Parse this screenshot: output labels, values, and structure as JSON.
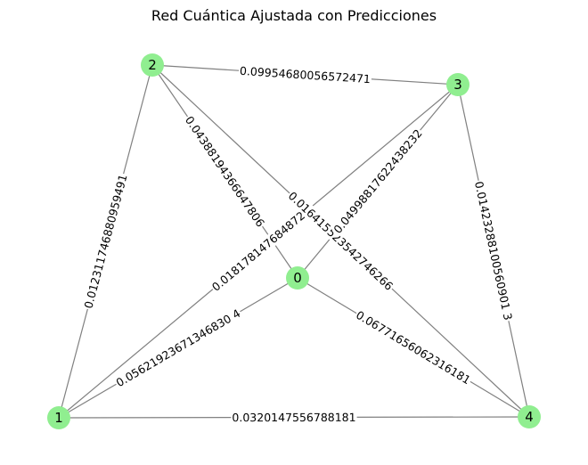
{
  "title": "Red Cuántica Ajustada con Predicciones",
  "graph": {
    "nodes": [
      {
        "id": "0",
        "label": "0"
      },
      {
        "id": "1",
        "label": "1"
      },
      {
        "id": "2",
        "label": "2"
      },
      {
        "id": "3",
        "label": "3"
      },
      {
        "id": "4",
        "label": "4"
      }
    ],
    "edges": [
      {
        "source": "2",
        "target": "3",
        "label": "0.09954680056572471"
      },
      {
        "source": "2",
        "target": "1",
        "label": "0.012311746880959491"
      },
      {
        "source": "2",
        "target": "0",
        "label": "0.04388194366647806"
      },
      {
        "source": "2",
        "target": "4",
        "label": "0.016415523542746266"
      },
      {
        "source": "3",
        "target": "1",
        "label": "0.018178147684872"
      },
      {
        "source": "3",
        "target": "0",
        "label": "0.04998817622438232"
      },
      {
        "source": "3",
        "target": "4",
        "label": "0.01423288100560901 3"
      },
      {
        "source": "0",
        "target": "1",
        "label": "0.05621923671346830 4"
      },
      {
        "source": "0",
        "target": "4",
        "label": "0.06771656062316181"
      },
      {
        "source": "1",
        "target": "4",
        "label": "0.0320147556788181"
      }
    ],
    "node_color": "#90ee90",
    "edge_color": "#808080"
  }
}
